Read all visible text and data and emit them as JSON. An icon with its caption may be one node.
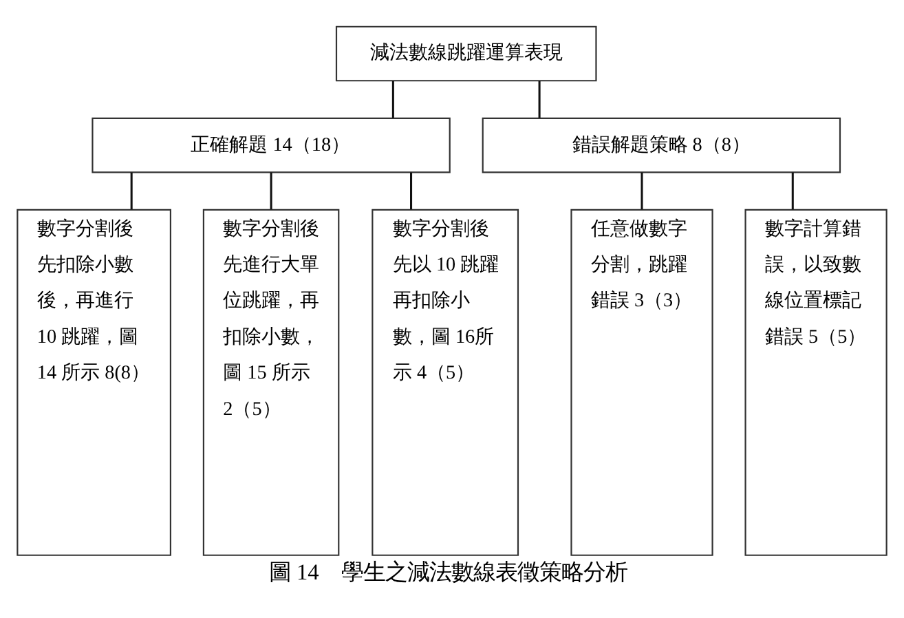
{
  "diagram": {
    "caption": "圖 14　學生之減法數線表徵策略分析",
    "nodes": [
      {
        "text": [
          "減法數線跳躍運算表現"
        ]
      },
      {
        "text": [
          "正確解題 14（18）"
        ]
      },
      {
        "text": [
          "錯誤解題策略 8（8）"
        ]
      },
      {
        "text": [
          "數字分割後先扣除小數後，再進行10 跳躍，圖14 所示 8(8）"
        ]
      },
      {
        "text": [
          "數字分割後先進行大單位跳躍，再扣除小數，圖 15 所示2（5）"
        ]
      },
      {
        "text": [
          "數字分割後先以 10 跳躍再扣除小數，圖 16所示 4（5）"
        ]
      },
      {
        "text": [
          "任意做數字分割，跳躍錯誤 3（3）"
        ]
      },
      {
        "text": [
          "數字計算錯誤，以致數線位置標記錯誤 5（5）"
        ]
      }
    ],
    "edges": [
      {
        "from": 0,
        "to": 1,
        "arrow": "none"
      },
      {
        "from": 0,
        "to": 2,
        "arrow": "none"
      },
      {
        "from": 1,
        "to": 3,
        "arrow": "none"
      },
      {
        "from": 1,
        "to": 4,
        "arrow": "none"
      },
      {
        "from": 1,
        "to": 5,
        "arrow": "none"
      },
      {
        "from": 2,
        "to": 6,
        "arrow": "none"
      },
      {
        "from": 2,
        "to": 7,
        "arrow": "none"
      }
    ]
  }
}
